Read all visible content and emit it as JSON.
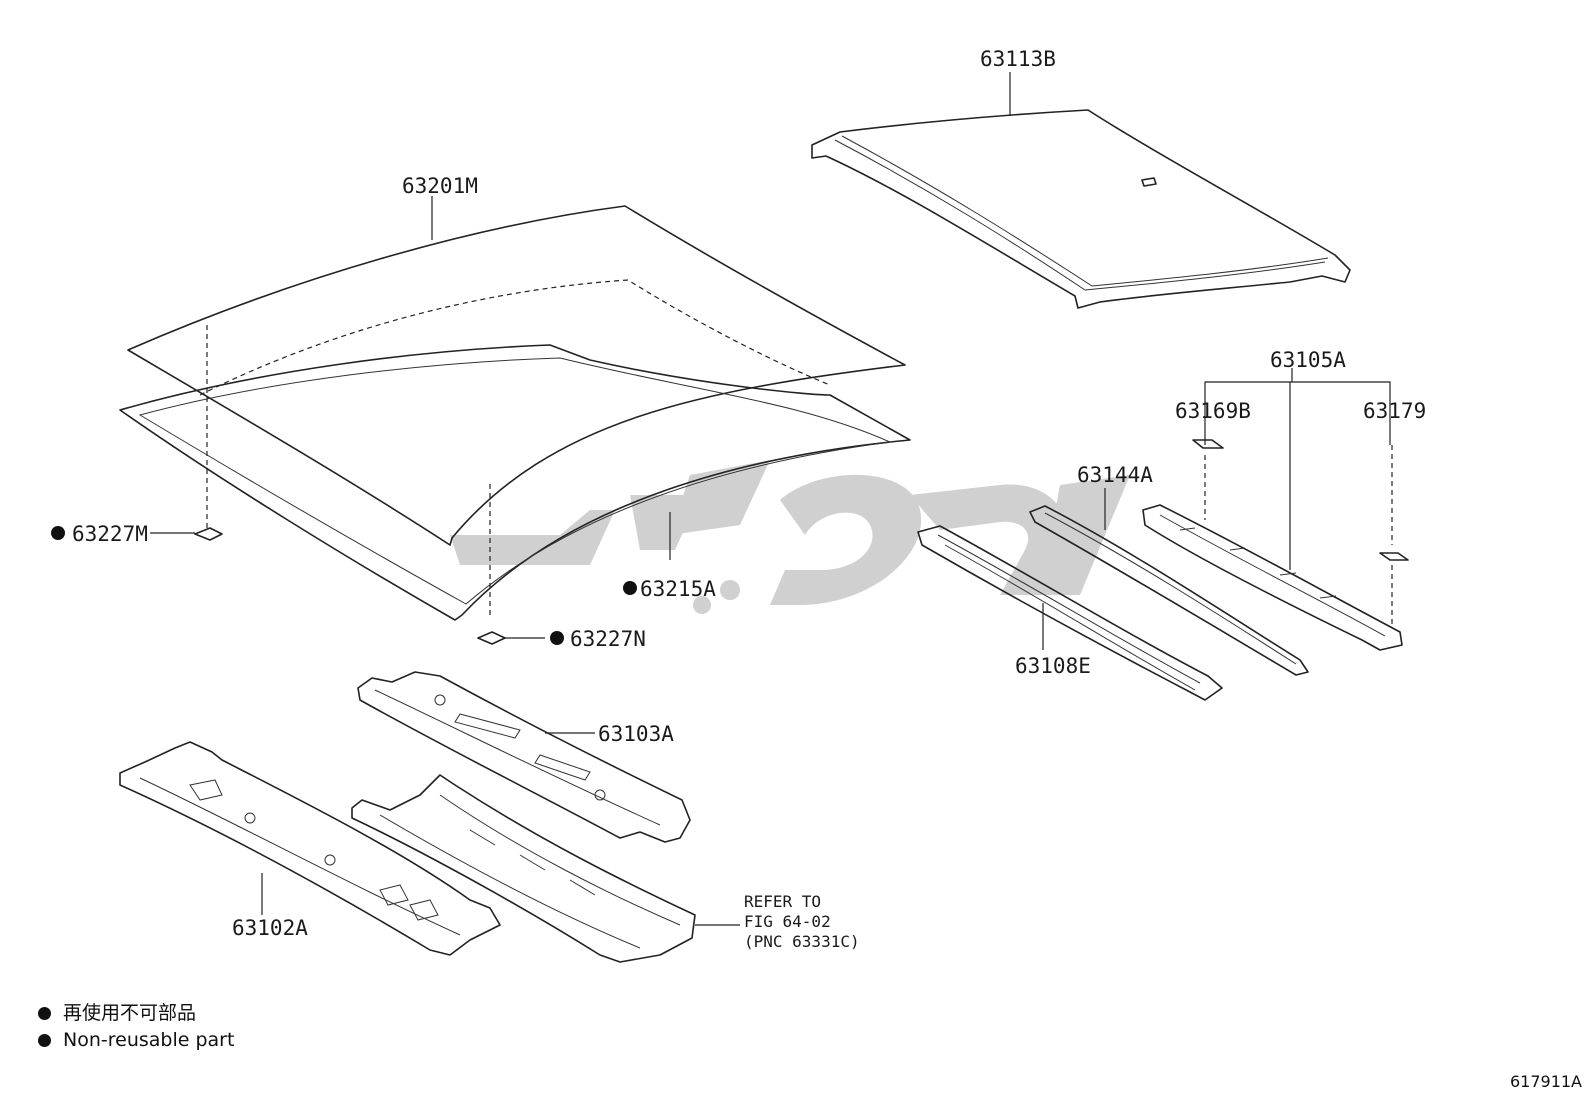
{
  "labels": {
    "p63113B": "63113B",
    "p63201M": "63201M",
    "p63105A": "63105A",
    "p63169B": "63169B",
    "p63179": "63179",
    "p63144A": "63144A",
    "p63227M": "63227M",
    "p63215A": "63215A",
    "p63227N": "63227N",
    "p63108E": "63108E",
    "p63103A": "63103A",
    "p63102A": "63102A"
  },
  "reference_note": {
    "line1": "REFER TO",
    "line2": "FIG 64-02",
    "line3": "(PNC 63331C)"
  },
  "legend": {
    "japanese": "再使用不可部品",
    "english": "Non-reusable part"
  },
  "figure_number": "617911A",
  "watermark_text": "یدک پارت",
  "colors": {
    "line": "#222222",
    "watermark": "#c8c8c8",
    "background": "#ffffff"
  }
}
